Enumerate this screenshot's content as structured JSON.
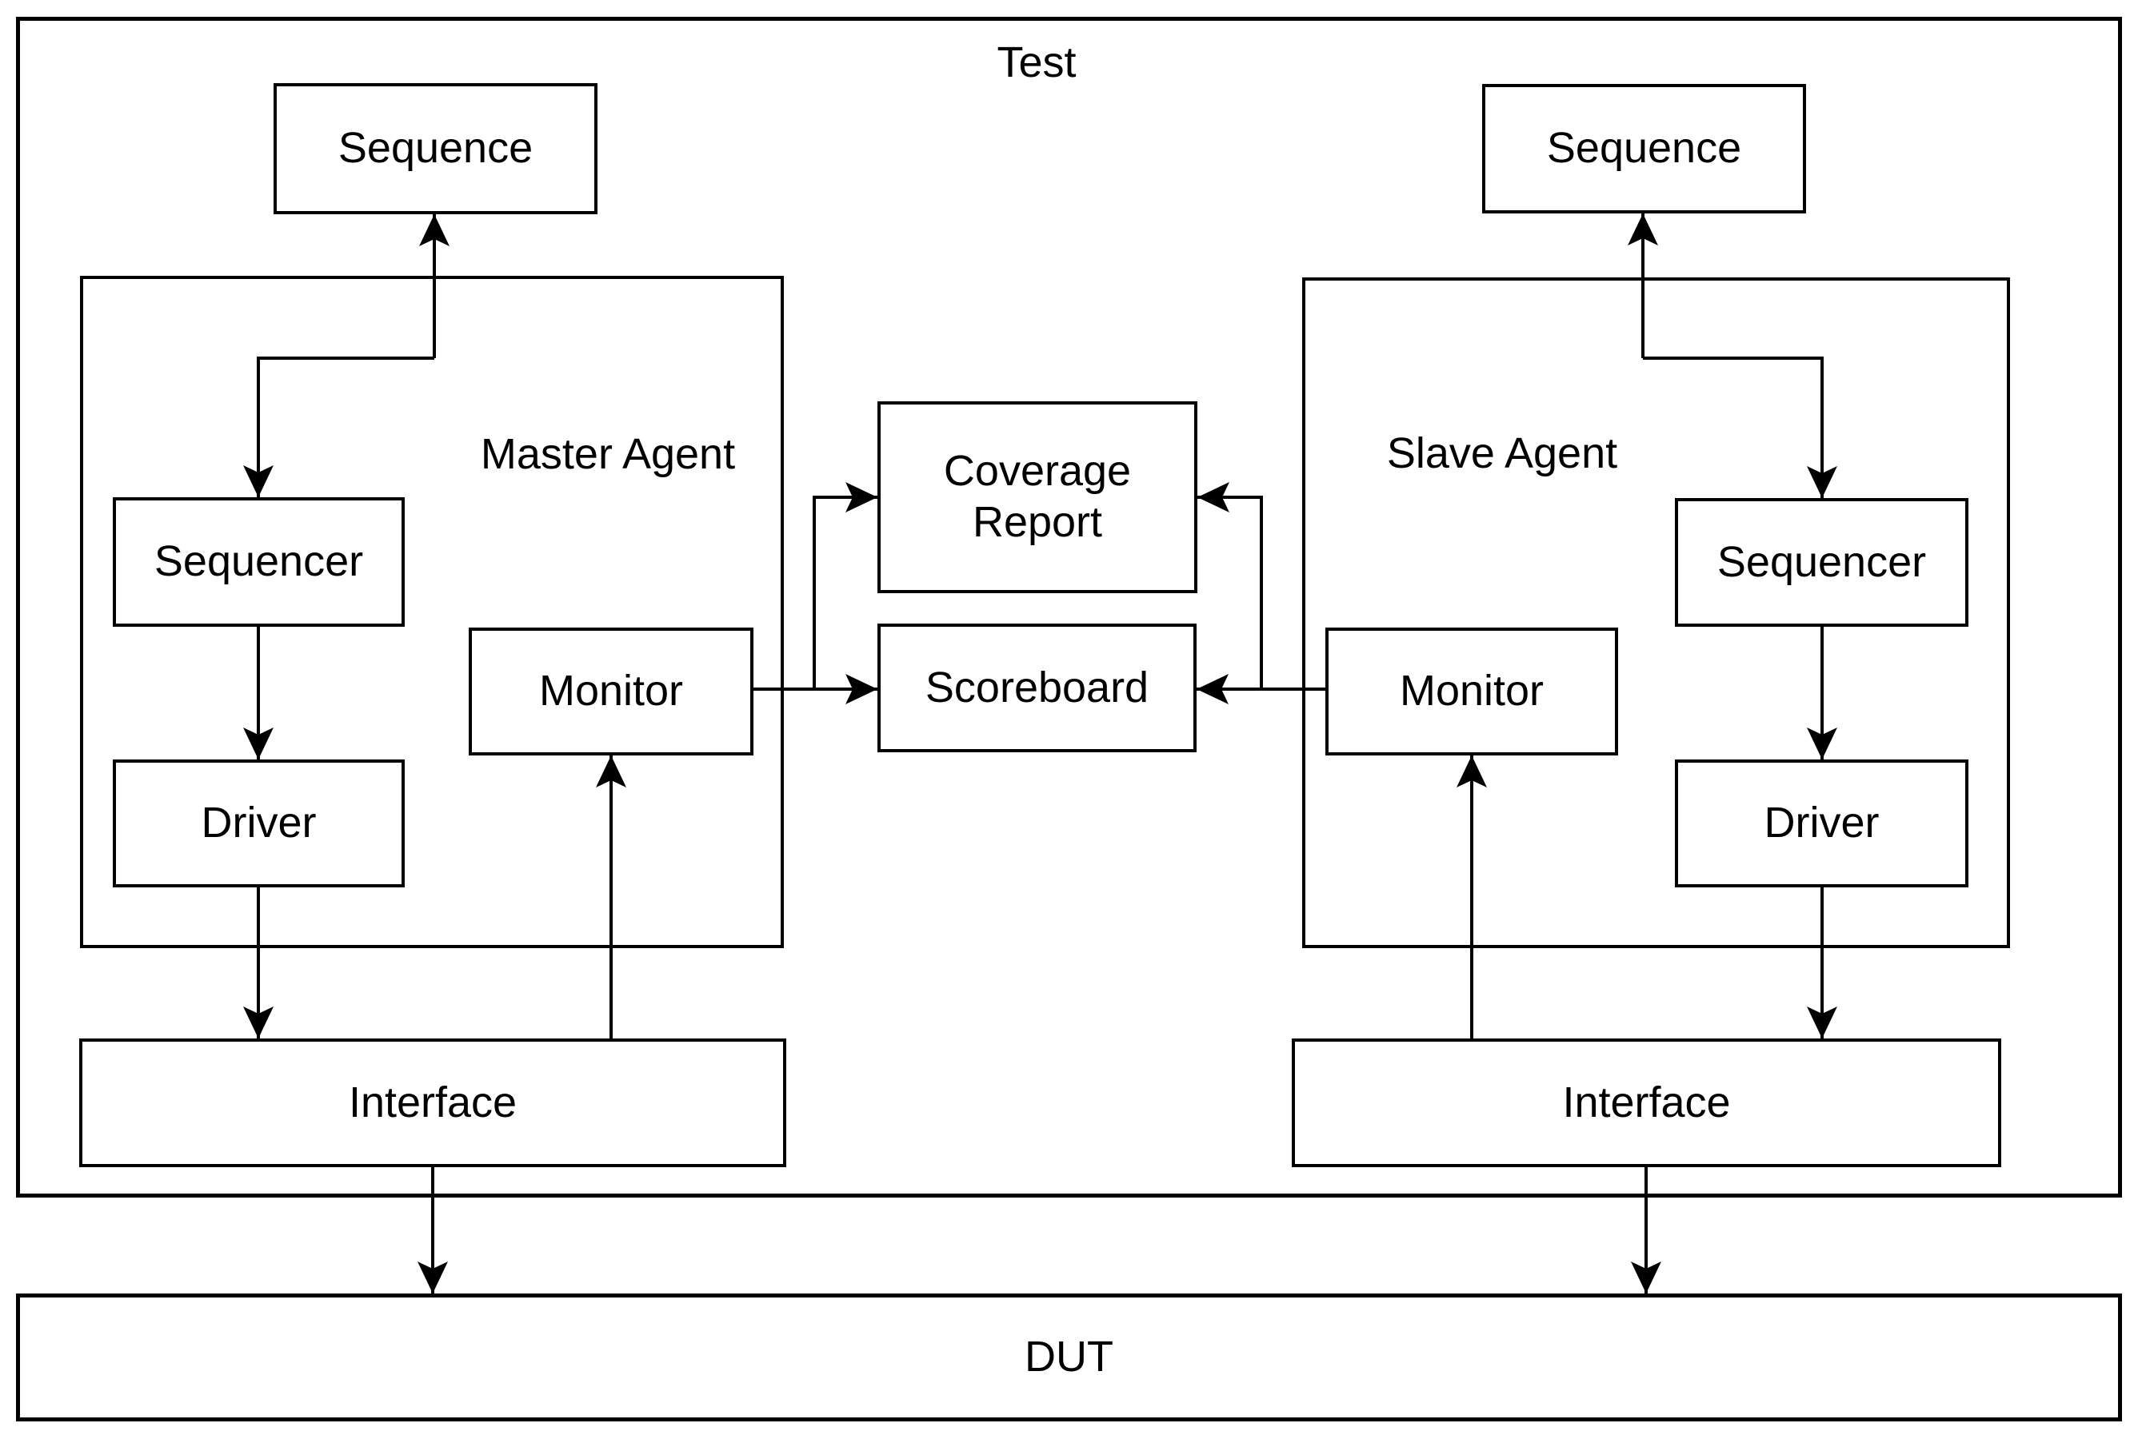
{
  "diagram_title": "Test",
  "boxes": {
    "test": {
      "label": "Test"
    },
    "dut": {
      "label": "DUT"
    },
    "master_agent": {
      "label": "Master Agent"
    },
    "slave_agent": {
      "label": "Slave Agent"
    },
    "sequence_left": {
      "label": "Sequence"
    },
    "sequence_right": {
      "label": "Sequence"
    },
    "sequencer_left": {
      "label": "Sequencer"
    },
    "sequencer_right": {
      "label": "Sequencer"
    },
    "driver_left": {
      "label": "Driver"
    },
    "driver_right": {
      "label": "Driver"
    },
    "monitor_left": {
      "label": "Monitor"
    },
    "monitor_right": {
      "label": "Monitor"
    },
    "coverage_report": {
      "label": "Coverage Report"
    },
    "scoreboard": {
      "label": "Scoreboard"
    },
    "interface_left": {
      "label": "Interface"
    },
    "interface_right": {
      "label": "Interface"
    }
  },
  "colors": {
    "stroke": "#000000",
    "background": "#ffffff"
  }
}
